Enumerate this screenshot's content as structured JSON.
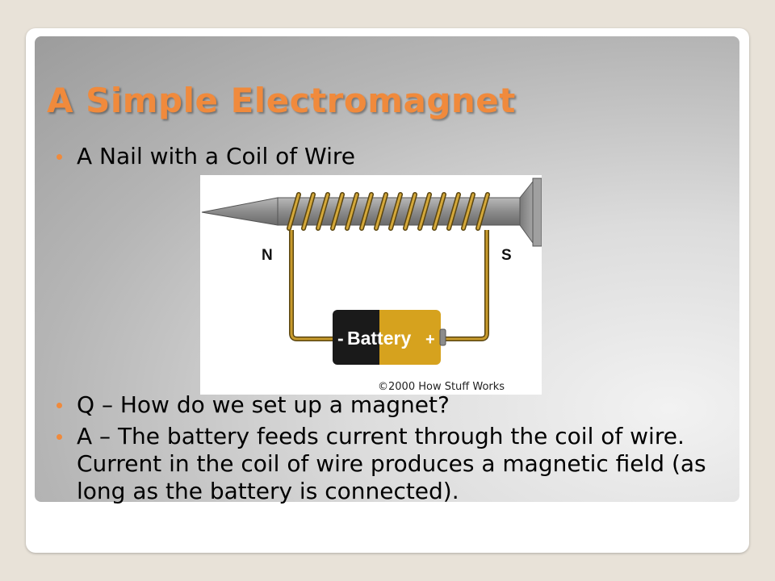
{
  "slide": {
    "title": "A Simple Electromagnet",
    "bullets": [
      "A Nail with a Coil of Wire",
      "Q – How do we set up a magnet?",
      "A – The battery feeds current through the coil of wire.  Current in the coil of wire produces a magnetic field (as long as the battery is connected)."
    ]
  },
  "figure": {
    "pole_left": "N",
    "pole_right": "S",
    "battery_minus": "-",
    "battery_label": "Battery",
    "battery_plus": "+",
    "credit": "©2000 How Stuff Works"
  },
  "colors": {
    "title": "#f08a3c",
    "bullet": "#f08a3c",
    "wire": "#c89b2c",
    "battery_gold": "#d6a21e",
    "battery_black": "#1a1a1a",
    "nail": "#8a8a8a"
  }
}
